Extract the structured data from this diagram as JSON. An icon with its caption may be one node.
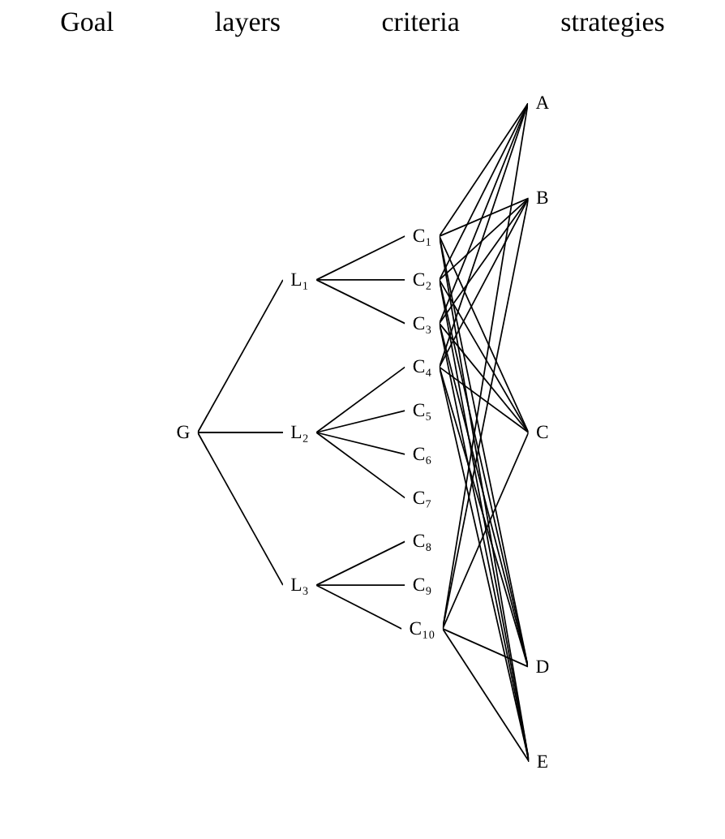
{
  "diagram": {
    "nodes": [
      {
        "text": [
          "G"
        ]
      },
      {
        "text": [
          "L₁"
        ]
      },
      {
        "text": [
          "L₂"
        ]
      },
      {
        "text": [
          "L₃"
        ]
      },
      {
        "text": [
          "C₁"
        ]
      },
      {
        "text": [
          "C₂"
        ]
      },
      {
        "text": [
          "C₃"
        ]
      },
      {
        "text": [
          "C₄"
        ]
      },
      {
        "text": [
          "C₅"
        ]
      },
      {
        "text": [
          "C₆"
        ]
      },
      {
        "text": [
          "C₇"
        ]
      },
      {
        "text": [
          "C₈"
        ]
      },
      {
        "text": [
          "C₉"
        ]
      },
      {
        "text": [
          "C₁₀"
        ]
      },
      {
        "text": [
          "A"
        ]
      },
      {
        "text": [
          "B"
        ]
      },
      {
        "text": [
          "C"
        ]
      },
      {
        "text": [
          "D"
        ]
      },
      {
        "text": [
          "E"
        ]
      }
    ],
    "edges": [
      {
        "from": 0,
        "to": 1,
        "arrow": "none"
      },
      {
        "from": 0,
        "to": 2,
        "arrow": "none"
      },
      {
        "from": 0,
        "to": 3,
        "arrow": "none"
      },
      {
        "from": 1,
        "to": 4,
        "arrow": "none"
      },
      {
        "from": 1,
        "to": 5,
        "arrow": "none"
      },
      {
        "from": 1,
        "to": 6,
        "arrow": "none"
      },
      {
        "from": 2,
        "to": 7,
        "arrow": "none"
      },
      {
        "from": 2,
        "to": 8,
        "arrow": "none"
      },
      {
        "from": 2,
        "to": 9,
        "arrow": "none"
      },
      {
        "from": 2,
        "to": 10,
        "arrow": "none"
      },
      {
        "from": 3,
        "to": 11,
        "arrow": "none"
      },
      {
        "from": 3,
        "to": 12,
        "arrow": "none"
      },
      {
        "from": 3,
        "to": 13,
        "arrow": "none"
      },
      {
        "from": 4,
        "to": 14,
        "arrow": "none"
      },
      {
        "from": 4,
        "to": 15,
        "arrow": "none"
      },
      {
        "from": 4,
        "to": 16,
        "arrow": "none"
      },
      {
        "from": 4,
        "to": 17,
        "arrow": "none"
      },
      {
        "from": 4,
        "to": 18,
        "arrow": "none"
      },
      {
        "from": 5,
        "to": 14,
        "arrow": "none"
      },
      {
        "from": 5,
        "to": 15,
        "arrow": "none"
      },
      {
        "from": 5,
        "to": 16,
        "arrow": "none"
      },
      {
        "from": 5,
        "to": 17,
        "arrow": "none"
      },
      {
        "from": 5,
        "to": 18,
        "arrow": "none"
      },
      {
        "from": 6,
        "to": 14,
        "arrow": "none"
      },
      {
        "from": 6,
        "to": 15,
        "arrow": "none"
      },
      {
        "from": 6,
        "to": 16,
        "arrow": "none"
      },
      {
        "from": 6,
        "to": 17,
        "arrow": "none"
      },
      {
        "from": 6,
        "to": 18,
        "arrow": "none"
      },
      {
        "from": 7,
        "to": 14,
        "arrow": "none"
      },
      {
        "from": 7,
        "to": 15,
        "arrow": "none"
      },
      {
        "from": 7,
        "to": 16,
        "arrow": "none"
      },
      {
        "from": 7,
        "to": 17,
        "arrow": "none"
      },
      {
        "from": 7,
        "to": 18,
        "arrow": "none"
      },
      {
        "from": 13,
        "to": 14,
        "arrow": "none"
      },
      {
        "from": 13,
        "to": 15,
        "arrow": "none"
      },
      {
        "from": 13,
        "to": 16,
        "arrow": "none"
      },
      {
        "from": 13,
        "to": 17,
        "arrow": "none"
      },
      {
        "from": 13,
        "to": 18,
        "arrow": "none"
      }
    ],
    "labels": [
      "Goal",
      "layers",
      "criteria",
      "strategies"
    ]
  }
}
